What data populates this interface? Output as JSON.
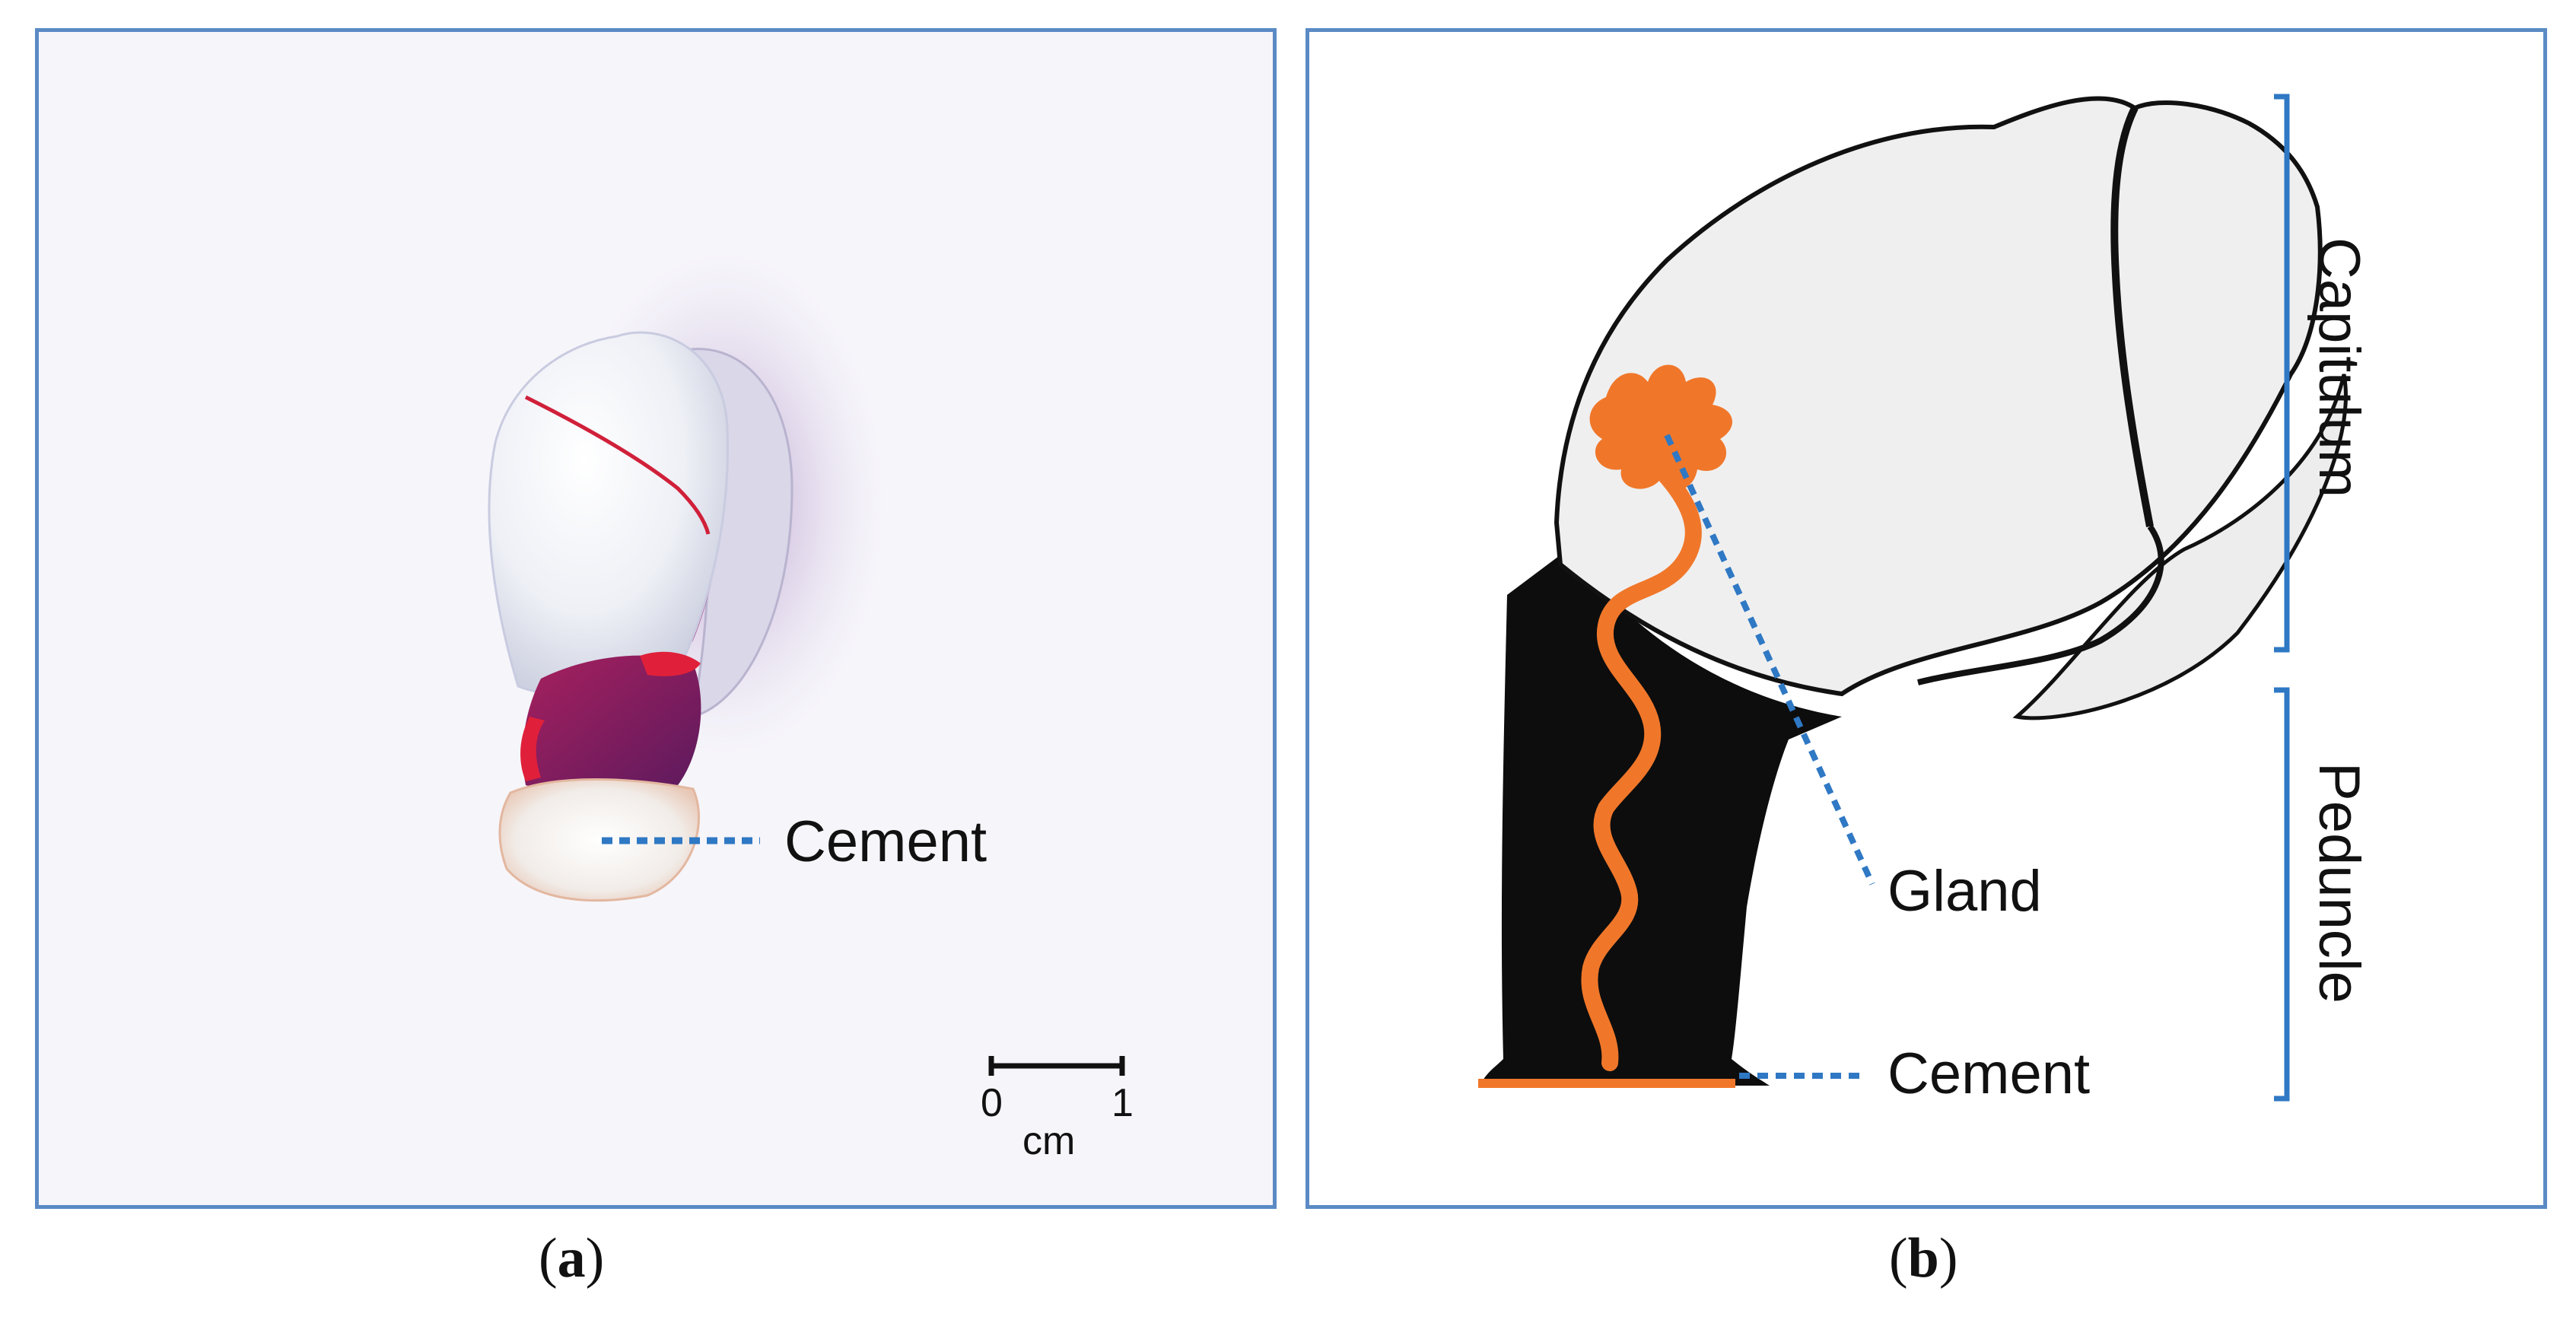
{
  "panel_a": {
    "cement_label": "Cement",
    "scale_bar": {
      "start": "0",
      "end": "1",
      "unit": "cm"
    },
    "caption": {
      "open": "(",
      "letter": "a",
      "close": ")"
    }
  },
  "panel_b": {
    "gland_label": "Gland",
    "cement_label": "Cement",
    "capitulum_label": "Capitulum",
    "peduncle_label": "Peduncle",
    "caption": {
      "open": "(",
      "letter": "b",
      "close": ")"
    }
  },
  "colors": {
    "frame": "#5b8ac5",
    "leader": "#2f78c4",
    "gland": "#f0772a",
    "peduncle": "#0d0d0d",
    "plate": "#efefef",
    "stain_purple": "#8a1d6a",
    "stain_red": "#e0203a"
  }
}
